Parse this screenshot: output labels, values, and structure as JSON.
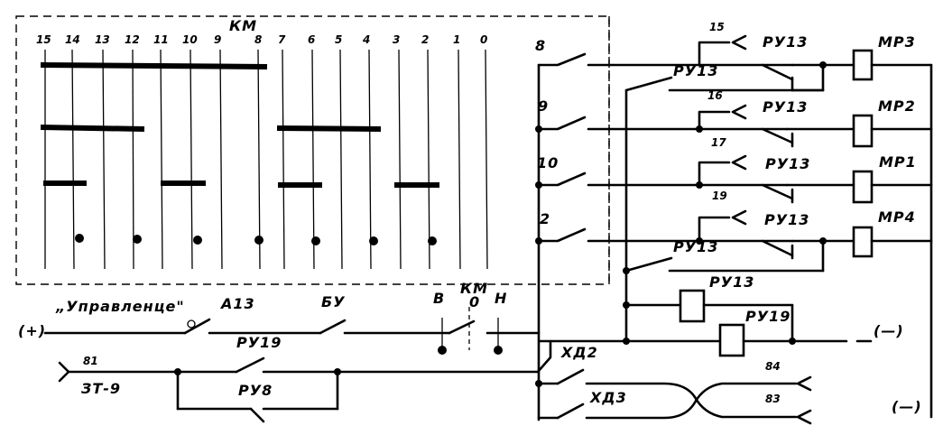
{
  "controller": {
    "name": "КМ",
    "positions": [
      "15",
      "14",
      "13",
      "12",
      "11",
      "10",
      "9",
      "8",
      "7",
      "6",
      "5",
      "4",
      "3",
      "2",
      "1",
      "0"
    ]
  },
  "contacts": {
    "c8": "8",
    "c9": "9",
    "c10": "10",
    "c2": "2"
  },
  "relays": {
    "ru13": "РУ13",
    "ru19": "РУ19",
    "ru8": "РУ8",
    "mp3": "МР3",
    "mp2": "МР2",
    "mp1": "МР1",
    "mp4": "МР4"
  },
  "wires": {
    "w15": "15",
    "w16": "16",
    "w17": "17",
    "w19": "19",
    "w81": "81",
    "w84": "84",
    "w83": "83"
  },
  "labels": {
    "control": "„Управленце\"",
    "a13": "А13",
    "bu": "БУ",
    "v": "В",
    "km": "КМ",
    "zero": "0",
    "n": "Н",
    "hd2": "ХД2",
    "hd3": "ХД3",
    "plus": "(+)",
    "minus_right": "(—)",
    "minus_bottom": "(—)",
    "zt9": "ЗТ-9"
  }
}
